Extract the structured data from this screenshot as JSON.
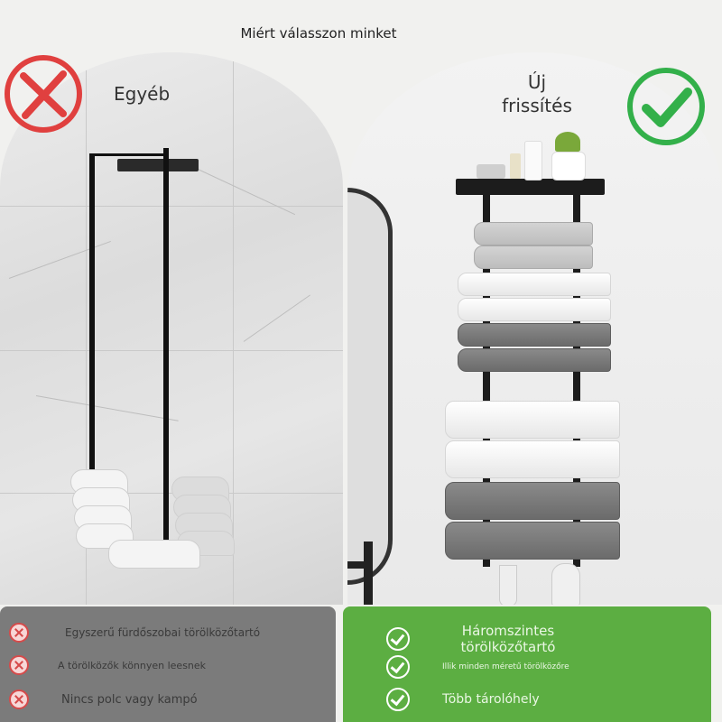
{
  "header": {
    "title": "Miért válasszon minket"
  },
  "left": {
    "label": "Egyéb",
    "badge_color": "#e0403f",
    "features": [
      "Egyszerű fürdőszobai törölközőtartó",
      "A törölközők könnyen leesnek",
      "Nincs polc vagy kampó"
    ]
  },
  "right": {
    "label_line1": "Új",
    "label_line2": "frissítés",
    "badge_color": "#33b04a",
    "features": [
      "Háromszintes törölközőtartó",
      "Illik minden méretű törölközőre",
      "Több tárolóhely"
    ]
  },
  "colors": {
    "left_box": "#7b7b7b",
    "right_box": "#5cae42"
  }
}
